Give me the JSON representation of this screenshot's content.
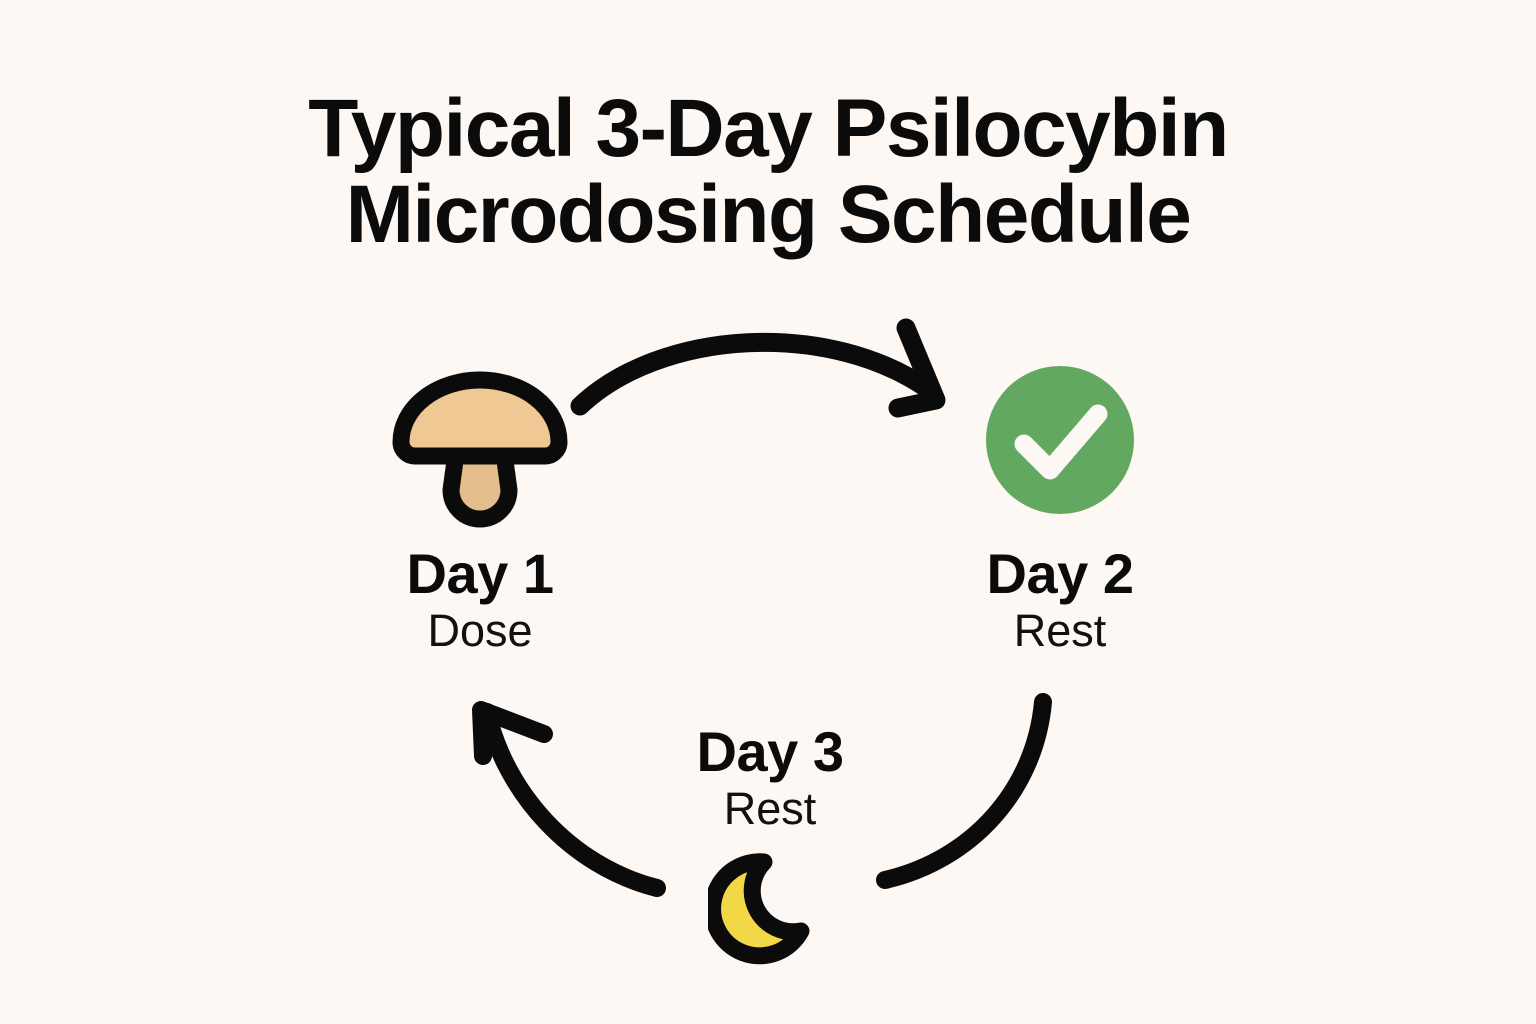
{
  "title": {
    "line1": "Typical 3-Day Psilocybin",
    "line2": "Microdosing Schedule"
  },
  "background_color": "#fdf8f3",
  "nodes": [
    {
      "id": "day1",
      "day_label": "Day 1",
      "sub_label": "Dose",
      "icon": "mushroom-icon",
      "icon_colors": {
        "cap": "#efc894",
        "stem": "#e3bd8c",
        "outline": "#0b0b0b"
      }
    },
    {
      "id": "day2",
      "day_label": "Day 2",
      "sub_label": "Rest",
      "icon": "check-circle-icon",
      "icon_colors": {
        "circle": "#62a860",
        "check": "#fdf8f3"
      }
    },
    {
      "id": "day3",
      "day_label": "Day 3",
      "sub_label": "Rest",
      "icon": "crescent-moon-icon",
      "icon_colors": {
        "moon": "#f2d746",
        "outline": "#0b0b0b"
      }
    }
  ],
  "arrows": [
    {
      "id": "arrow-day1-to-day2",
      "from": "day1",
      "to": "day2",
      "has_arrowhead": true,
      "color": "#0b0b0b"
    },
    {
      "id": "arrow-day2-to-day3",
      "from": "day2",
      "to": "day3",
      "has_arrowhead": false,
      "color": "#0b0b0b"
    },
    {
      "id": "arrow-day3-to-day1",
      "from": "day3",
      "to": "day1",
      "has_arrowhead": true,
      "color": "#0b0b0b"
    }
  ]
}
